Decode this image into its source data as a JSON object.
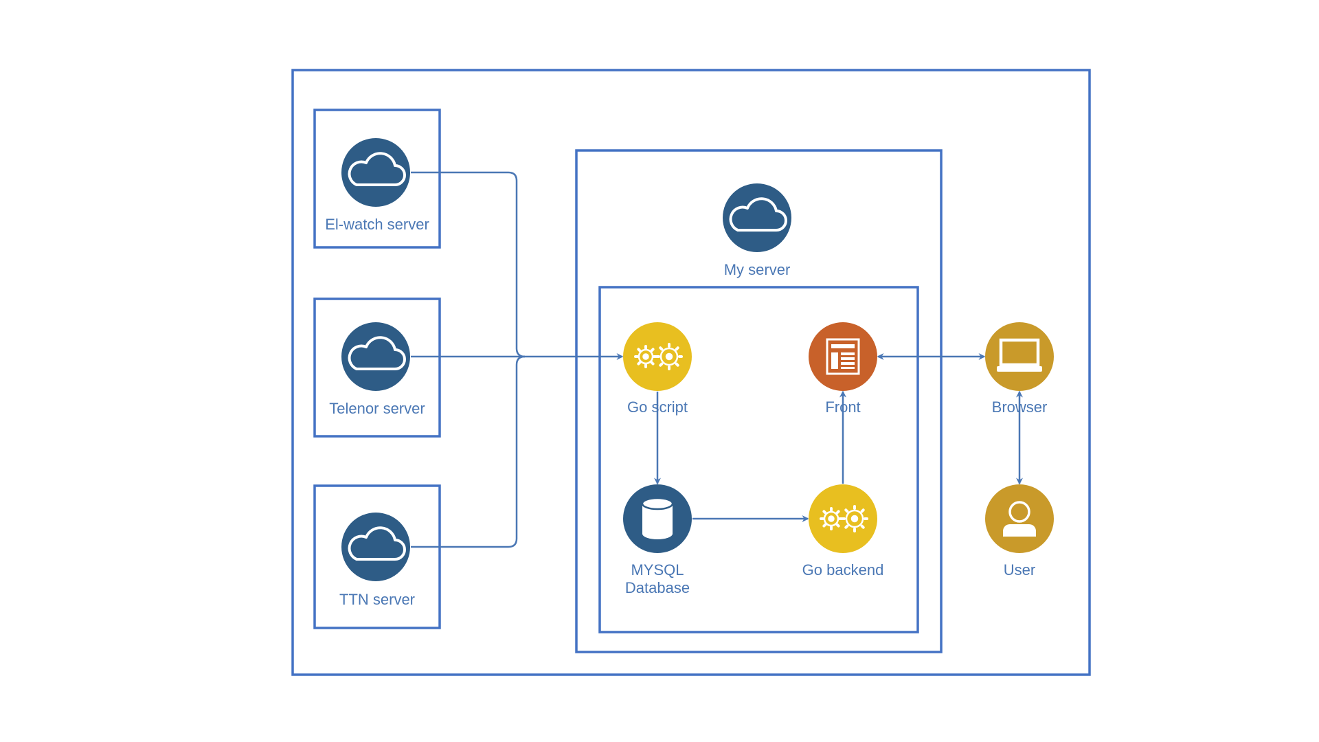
{
  "colors": {
    "frame": "#4472c4",
    "connector": "#4a77b4",
    "label": "#4a77b4",
    "cloud_node": "#2e5c86",
    "gear_node": "#e8bf20",
    "front_node": "#c8612a",
    "browser_node": "#c99a2a",
    "white": "#ffffff"
  },
  "nodes": {
    "elwatch": {
      "label": "El-watch server",
      "icon": "cloud-icon"
    },
    "telenor": {
      "label": "Telenor server",
      "icon": "cloud-icon"
    },
    "ttn": {
      "label": "TTN server",
      "icon": "cloud-icon"
    },
    "myserver": {
      "label": "My server",
      "icon": "cloud-icon"
    },
    "goscript": {
      "label": "Go script",
      "icon": "gears-icon"
    },
    "mysql": {
      "label_line1": "MYSQL",
      "label_line2": "Database",
      "icon": "database-icon"
    },
    "gobackend": {
      "label": "Go backend",
      "icon": "gears-icon"
    },
    "front": {
      "label": "Front",
      "icon": "web-page-icon"
    },
    "browser": {
      "label": "Browser",
      "icon": "monitor-icon"
    },
    "user": {
      "label": "User",
      "icon": "user-icon"
    }
  }
}
